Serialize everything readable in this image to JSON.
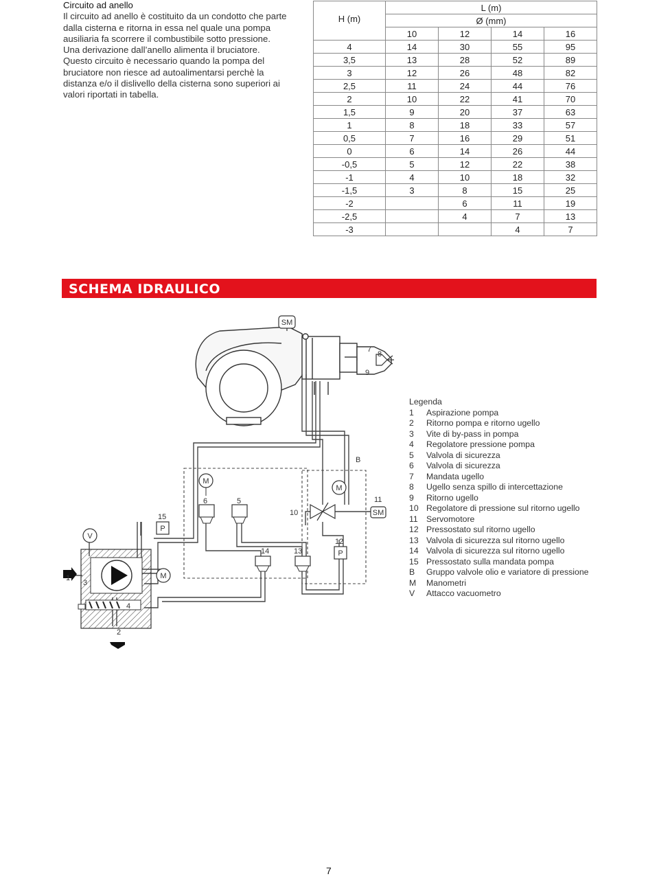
{
  "intro": {
    "title": "Circuito ad anello",
    "p1": "Il circuito ad anello è costituito da un condotto che parte dalla cisterna e ritorna in essa nel quale una pompa ausiliaria fa scorrere il combustibile sotto pressione.",
    "p2": "Una derivazione dall’anello alimenta il bruciatore.",
    "p3": "Questo circuito è necessario quando la pompa del bruciatore non riesce ad autoalimentarsi perchè la distanza e/o il dislivello della cisterna sono superiori ai valori riportati in tabella."
  },
  "table": {
    "h_label": "H (m)",
    "l_label": "L (m)",
    "d_label": "Ø (mm)",
    "diameters": [
      "10",
      "12",
      "14",
      "16"
    ],
    "rows": [
      {
        "h": "4",
        "v": [
          "14",
          "30",
          "55",
          "95"
        ]
      },
      {
        "h": "3,5",
        "v": [
          "13",
          "28",
          "52",
          "89"
        ]
      },
      {
        "h": "3",
        "v": [
          "12",
          "26",
          "48",
          "82"
        ]
      },
      {
        "h": "2,5",
        "v": [
          "11",
          "24",
          "44",
          "76"
        ]
      },
      {
        "h": "2",
        "v": [
          "10",
          "22",
          "41",
          "70"
        ]
      },
      {
        "h": "1,5",
        "v": [
          "9",
          "20",
          "37",
          "63"
        ]
      },
      {
        "h": "1",
        "v": [
          "8",
          "18",
          "33",
          "57"
        ]
      },
      {
        "h": "0,5",
        "v": [
          "7",
          "16",
          "29",
          "51"
        ]
      },
      {
        "h": "0",
        "v": [
          "6",
          "14",
          "26",
          "44"
        ]
      },
      {
        "h": "-0,5",
        "v": [
          "5",
          "12",
          "22",
          "38"
        ]
      },
      {
        "h": "-1",
        "v": [
          "4",
          "10",
          "18",
          "32"
        ]
      },
      {
        "h": "-1,5",
        "v": [
          "3",
          "8",
          "15",
          "25"
        ]
      },
      {
        "h": "-2",
        "v": [
          "",
          "6",
          "11",
          "19"
        ]
      },
      {
        "h": "-2,5",
        "v": [
          "",
          "4",
          "7",
          "13"
        ]
      },
      {
        "h": "-3",
        "v": [
          "",
          "",
          "4",
          "7"
        ]
      }
    ]
  },
  "section_title": "SCHEMA IDRAULICO",
  "diagram_labels": {
    "sm": "SM",
    "m": "M",
    "p": "P",
    "v": "V",
    "b": "B",
    "n1": "1",
    "n2": "2",
    "n3": "3",
    "n4": "4",
    "n5": "5",
    "n6": "6",
    "n7": "7",
    "n8": "8",
    "n9": "9",
    "n10": "10",
    "n11": "11",
    "n12": "12",
    "n13": "13",
    "n14": "14",
    "n15": "15"
  },
  "legend": {
    "title": "Legenda",
    "items": [
      {
        "k": "1",
        "t": "Aspirazione pompa"
      },
      {
        "k": "2",
        "t": "Ritorno pompa e ritorno ugello"
      },
      {
        "k": "3",
        "t": "Vite di by-pass in pompa"
      },
      {
        "k": "4",
        "t": "Regolatore pressione pompa"
      },
      {
        "k": "5",
        "t": "Valvola di sicurezza"
      },
      {
        "k": "6",
        "t": "Valvola di sicurezza"
      },
      {
        "k": "7",
        "t": "Mandata ugello"
      },
      {
        "k": "8",
        "t": "Ugello senza spillo di intercettazione"
      },
      {
        "k": "9",
        "t": "Ritorno ugello"
      },
      {
        "k": "10",
        "t": "Regolatore di pressione sul ritorno ugello"
      },
      {
        "k": "11",
        "t": "Servomotore"
      },
      {
        "k": "12",
        "t": "Pressostato sul ritorno ugello"
      },
      {
        "k": "13",
        "t": "Valvola di sicurezza sul ritorno ugello"
      },
      {
        "k": "14",
        "t": "Valvola di sicurezza sul ritorno ugello"
      },
      {
        "k": "15",
        "t": "Pressostato sulla mandata pompa"
      },
      {
        "k": "B",
        "t": "Gruppo valvole olio e variatore di pressione"
      },
      {
        "k": "M",
        "t": "Manometri"
      },
      {
        "k": "V",
        "t": "Attacco vacuometro"
      }
    ]
  },
  "page_number": "7"
}
